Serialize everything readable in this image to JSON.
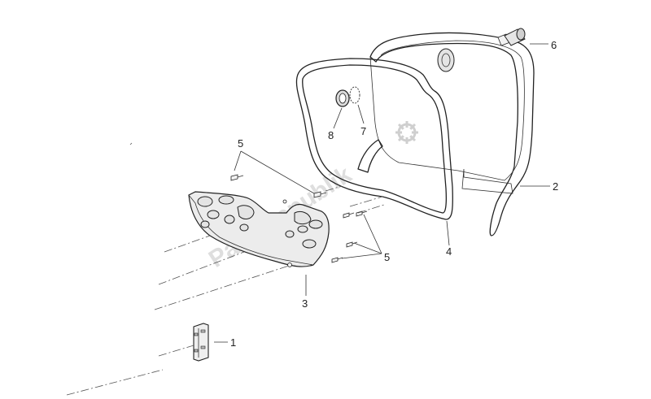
{
  "watermark": "PartsRepublik",
  "callouts": {
    "c1": "1",
    "c2": "2",
    "c3": "3",
    "c4": "4",
    "c5_top": "5",
    "c5_right": "5",
    "c6": "6",
    "c7": "7",
    "c8": "8"
  },
  "icons": {
    "watermark_gear": "gear-icon"
  }
}
